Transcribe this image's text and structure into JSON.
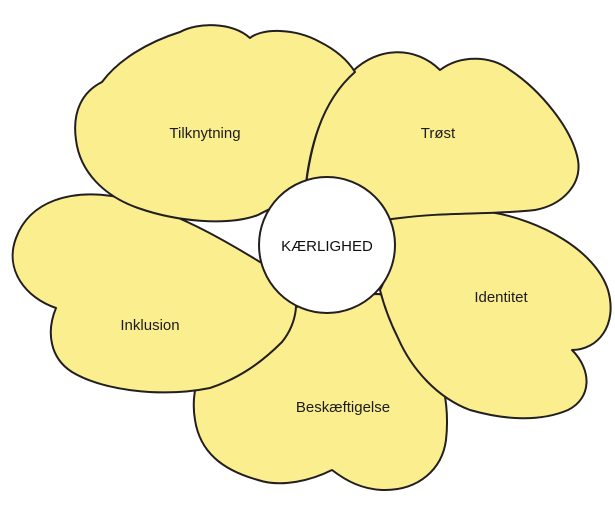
{
  "center": {
    "label": "KÆRLIGHED"
  },
  "petals": [
    {
      "id": "tilknytning",
      "label": "Tilknytning"
    },
    {
      "id": "trost",
      "label": "Trøst"
    },
    {
      "id": "identitet",
      "label": "Identitet"
    },
    {
      "id": "beskaeftigelse",
      "label": "Beskæftigelse"
    },
    {
      "id": "inklusion",
      "label": "Inklusion"
    }
  ],
  "colors": {
    "petal_fill": "#fbee8f",
    "outline": "#231f20",
    "center_fill": "#ffffff"
  }
}
